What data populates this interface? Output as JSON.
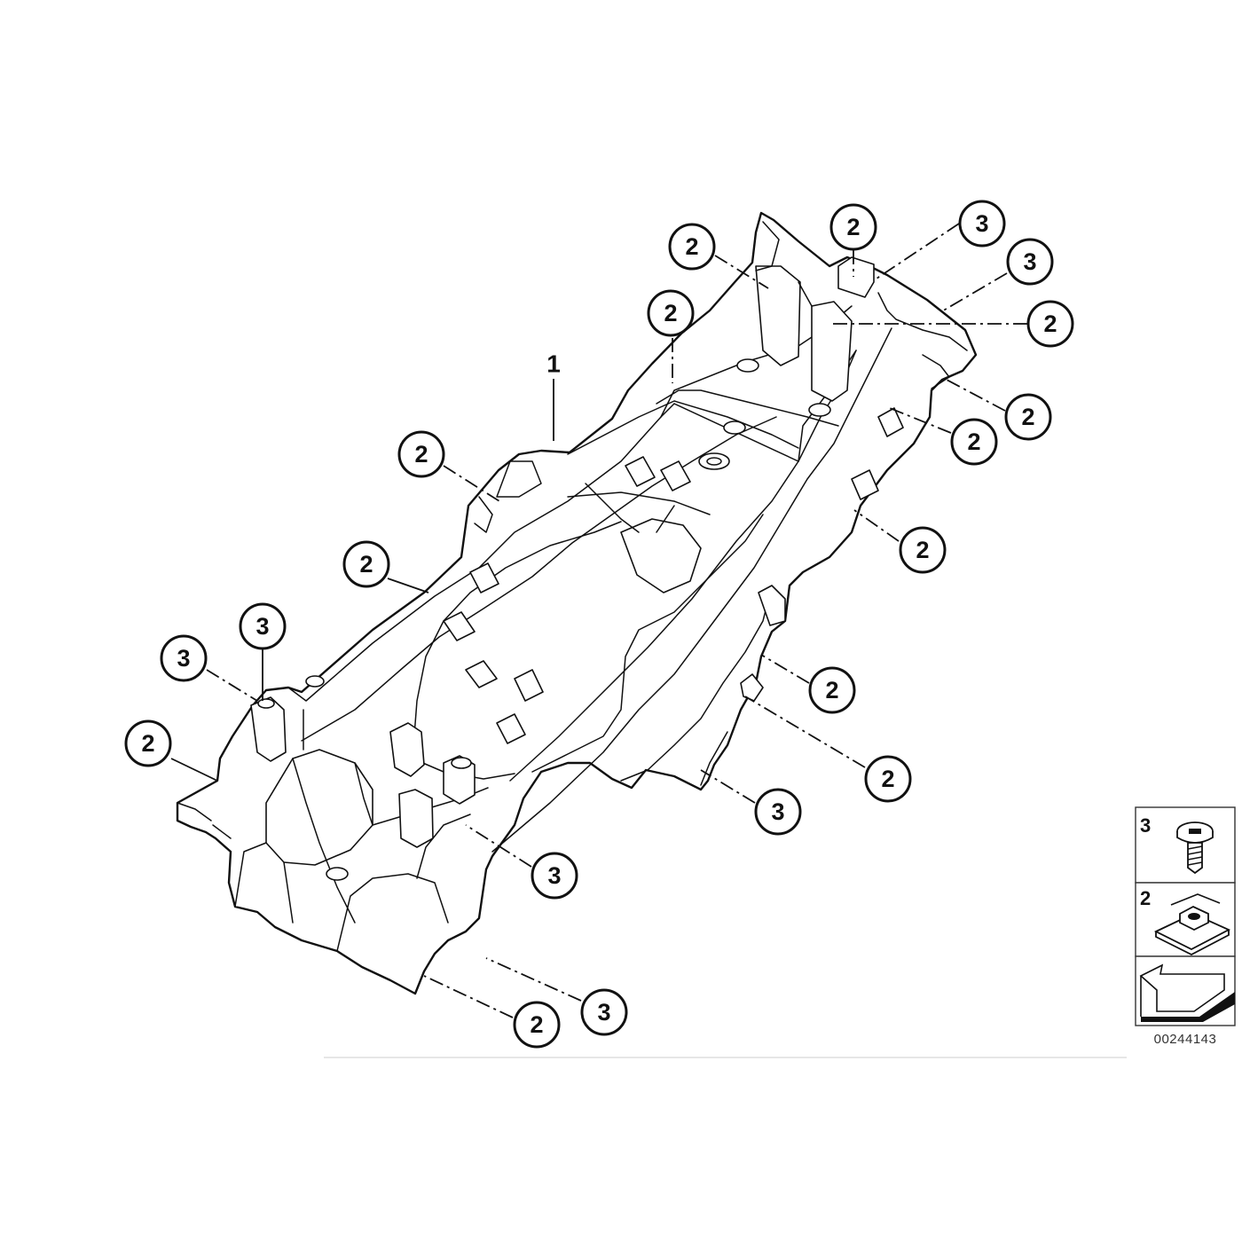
{
  "callouts": [
    {
      "id": "c1",
      "label": "1"
    },
    {
      "id": "c2",
      "label": "2"
    },
    {
      "id": "c3",
      "label": "2"
    },
    {
      "id": "c4",
      "label": "3"
    },
    {
      "id": "c5",
      "label": "3"
    },
    {
      "id": "c6",
      "label": "2"
    },
    {
      "id": "c7",
      "label": "2"
    },
    {
      "id": "c8",
      "label": "2"
    },
    {
      "id": "c9",
      "label": "2"
    },
    {
      "id": "c10",
      "label": "2"
    },
    {
      "id": "c11",
      "label": "2"
    },
    {
      "id": "c12",
      "label": "2"
    },
    {
      "id": "c13",
      "label": "3"
    },
    {
      "id": "c14",
      "label": "3"
    },
    {
      "id": "c15",
      "label": "2"
    },
    {
      "id": "c16",
      "label": "2"
    },
    {
      "id": "c17",
      "label": "3"
    },
    {
      "id": "c18",
      "label": "2"
    },
    {
      "id": "c19",
      "label": "3"
    },
    {
      "id": "c20",
      "label": "3"
    },
    {
      "id": "c21",
      "label": "2"
    }
  ],
  "legend": {
    "items": [
      {
        "label": "3",
        "icon": "screw-icon"
      },
      {
        "label": "2",
        "icon": "clip-nut-icon"
      },
      {
        "label": "",
        "icon": "orientation-arrow-icon"
      }
    ]
  },
  "diagram_code": "00244143",
  "colors": {
    "line": "#111111",
    "background": "#ffffff"
  }
}
